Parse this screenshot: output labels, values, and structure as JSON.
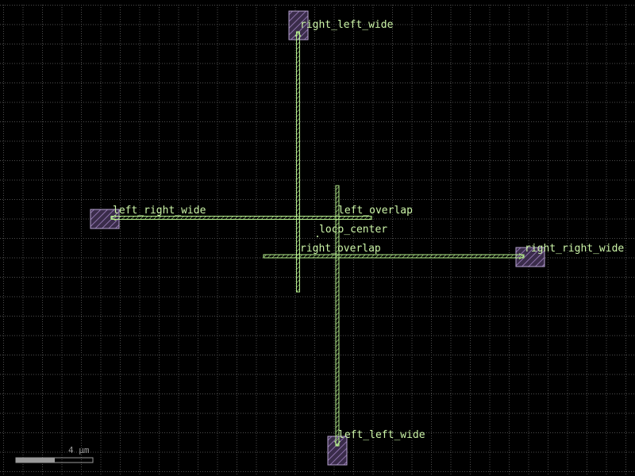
{
  "colors": {
    "background": "#000000",
    "grid_dot": "#4d4d4d",
    "wire": "#b6ef8e",
    "pad_fill": "#6a557f",
    "pad_stroke": "#b8a3d2",
    "label": "#ccf5a8",
    "scale_bar": "#9a9a9a",
    "scale_text": "#9a9a9a"
  },
  "labels": {
    "right_left_wide": "right_left_wide",
    "left_right_wide": "left_right_wide",
    "left_overlap": "left_overlap",
    "loco_center": "loco_center",
    "right_overlap": "right_overlap",
    "right_right_wide": "right_right_wide",
    "left_left_wide": "left_left_wide"
  },
  "scale_bar": {
    "label": "4 μm"
  },
  "icons": {
    "origin_marker": "dot-icon"
  }
}
